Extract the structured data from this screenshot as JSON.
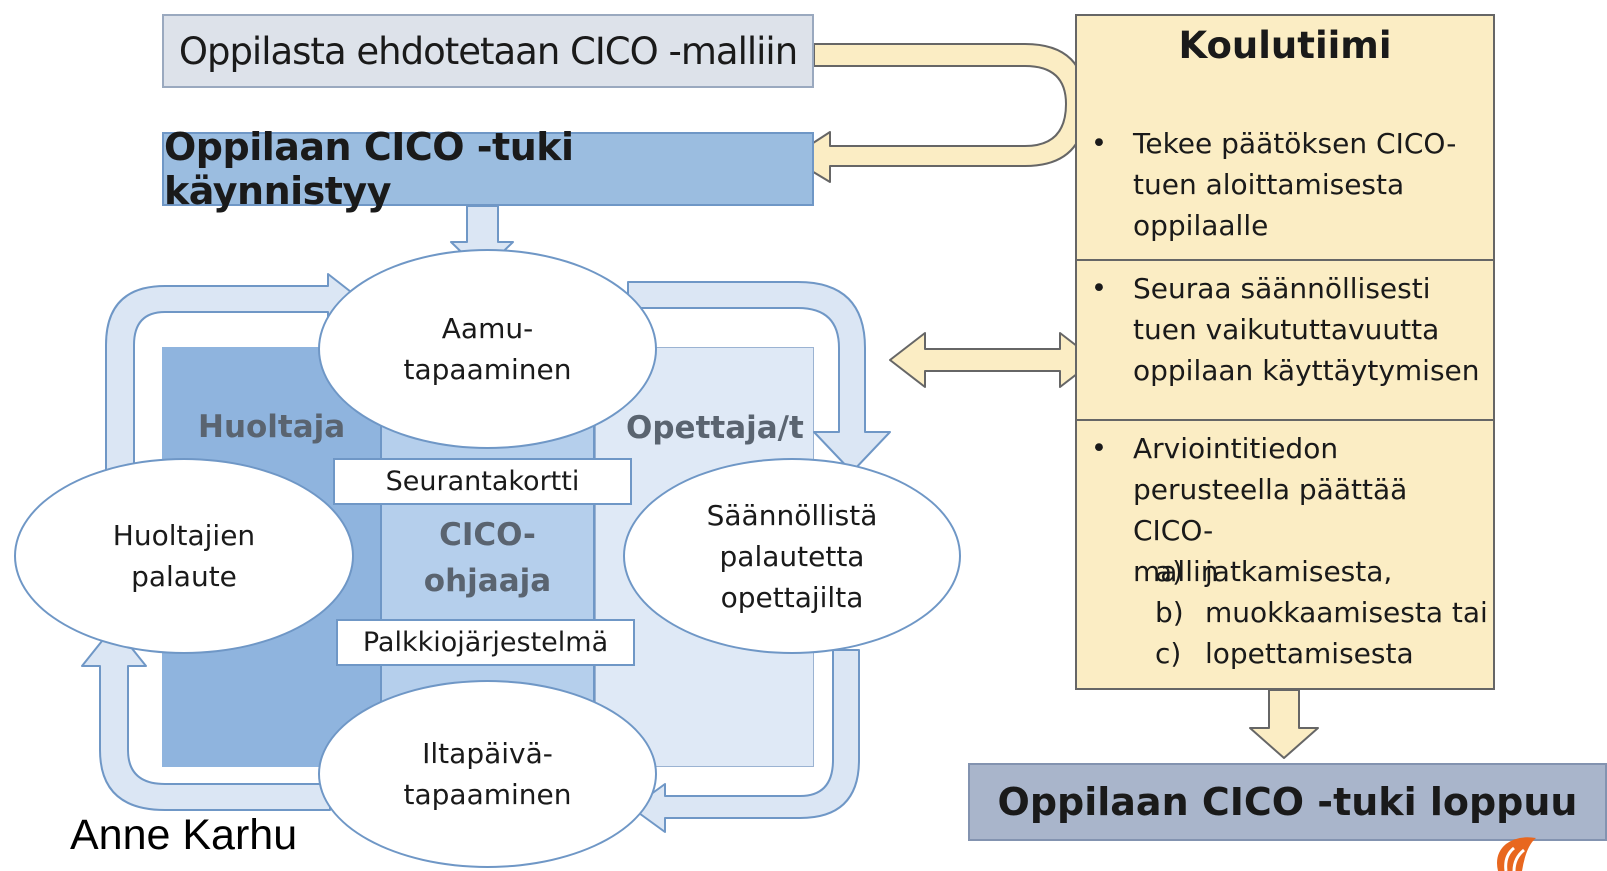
{
  "top": {
    "proposed": "Oppilasta ehdotetaan CICO -malliin",
    "start": "Oppilaan CICO -tuki käynnistyy"
  },
  "roles": {
    "guardian": "Huoltaja",
    "teacher": "Opettaja/t",
    "counselor": "CICO-\nohjaaja"
  },
  "cycle": {
    "morning": "Aamu-\ntapaaminen",
    "feedback": "Säännöllistä\npalautetta\nopettajilta",
    "afternoon": "Iltapäivä-\ntapaaminen",
    "guardian_feedback": "Huoltajien\npalaute"
  },
  "tools": {
    "card": "Seurantakortti",
    "reward": "Palkkiojärjestelmä"
  },
  "team": {
    "title": "Koulutiimi",
    "bullet_glyph": "•",
    "section1": "Tekee päätöksen CICO-\ntuen aloittamisesta\noppilaalle",
    "section2": "Seuraa säännöllisesti\ntuen  vaikututtavuutta\noppilaan käyttäytymisen",
    "section3": "Arviointitiedon\nperusteella päättää CICO-\nmallin",
    "options": [
      {
        "letter": "a)",
        "text": "jatkamisesta,"
      },
      {
        "letter": "b)",
        "text": "muokkaamisesta tai"
      },
      {
        "letter": "c)",
        "text": "lopettamisesta"
      }
    ]
  },
  "end": "Oppilaan CICO -tuki loppuu",
  "author": "Anne Karhu",
  "colors": {
    "blue_fill": "#dbe6f4",
    "blue_stroke": "#6f97c6",
    "team_fill": "#fbedc4",
    "end_fill": "#a9b5cb",
    "logo": "#e8671f"
  }
}
